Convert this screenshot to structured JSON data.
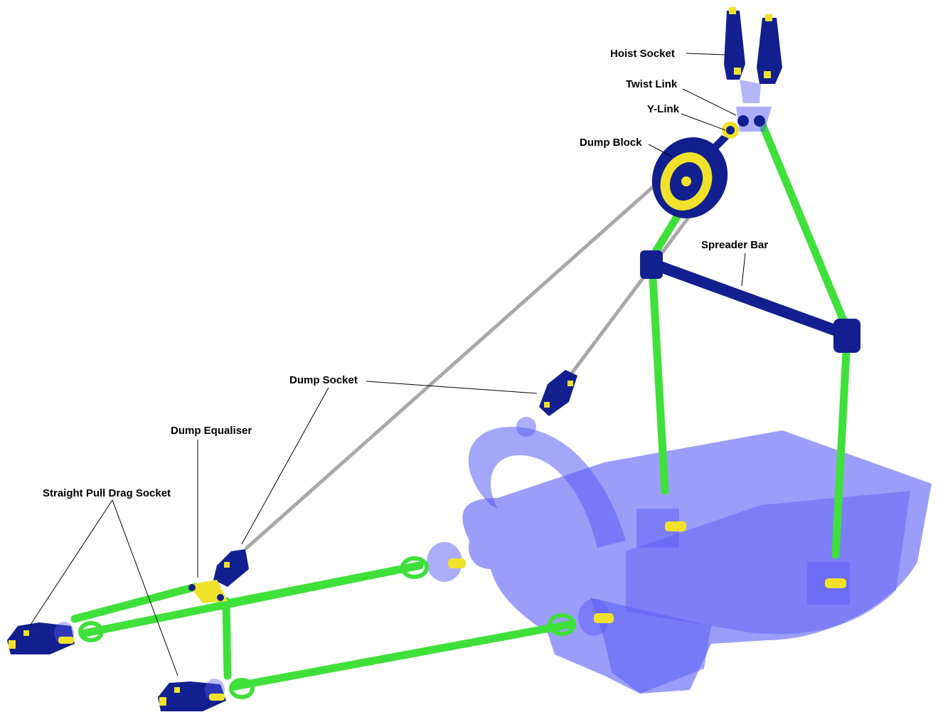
{
  "labels": {
    "hoist_socket": "Hoist Socket",
    "twist_link": "Twist Link",
    "y_link": "Y-Link",
    "dump_block": "Dump Block",
    "spreader_bar": "Spreader Bar",
    "dump_socket": "Dump Socket",
    "dump_equaliser": "Dump Equaliser",
    "straight_pull_drag_socket": "Straight Pull Drag Socket"
  },
  "colors": {
    "chain": "#3fe03a",
    "chain_outline": "#1f8f1c",
    "fitting": "#12208f",
    "fitting_highlight": "#f0e22a",
    "bucket": "#5a5cf5",
    "rope": "#a8a8a8"
  }
}
